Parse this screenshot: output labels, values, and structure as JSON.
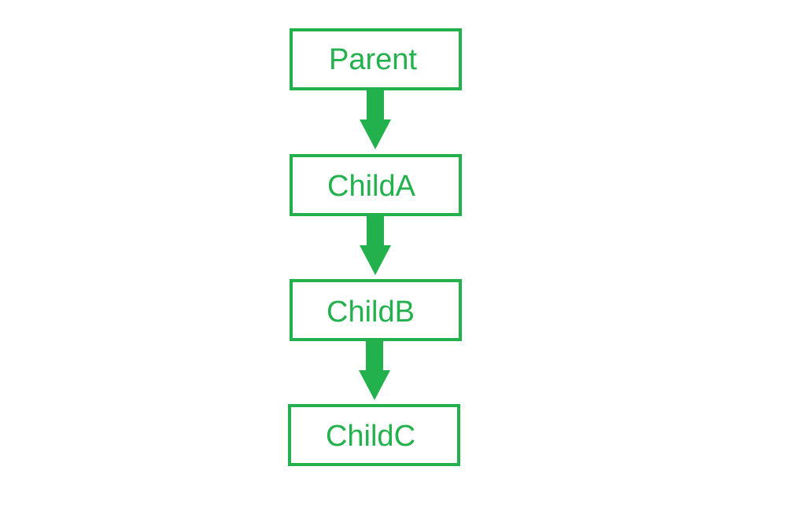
{
  "diagram": {
    "color": "#22b14c",
    "nodes": [
      {
        "id": "parent",
        "label": "Parent"
      },
      {
        "id": "childa",
        "label": "ChildA"
      },
      {
        "id": "childb",
        "label": "ChildB"
      },
      {
        "id": "childc",
        "label": "ChildC"
      }
    ],
    "edges": [
      {
        "from": "parent",
        "to": "childa"
      },
      {
        "from": "childa",
        "to": "childb"
      },
      {
        "from": "childb",
        "to": "childc"
      }
    ]
  }
}
